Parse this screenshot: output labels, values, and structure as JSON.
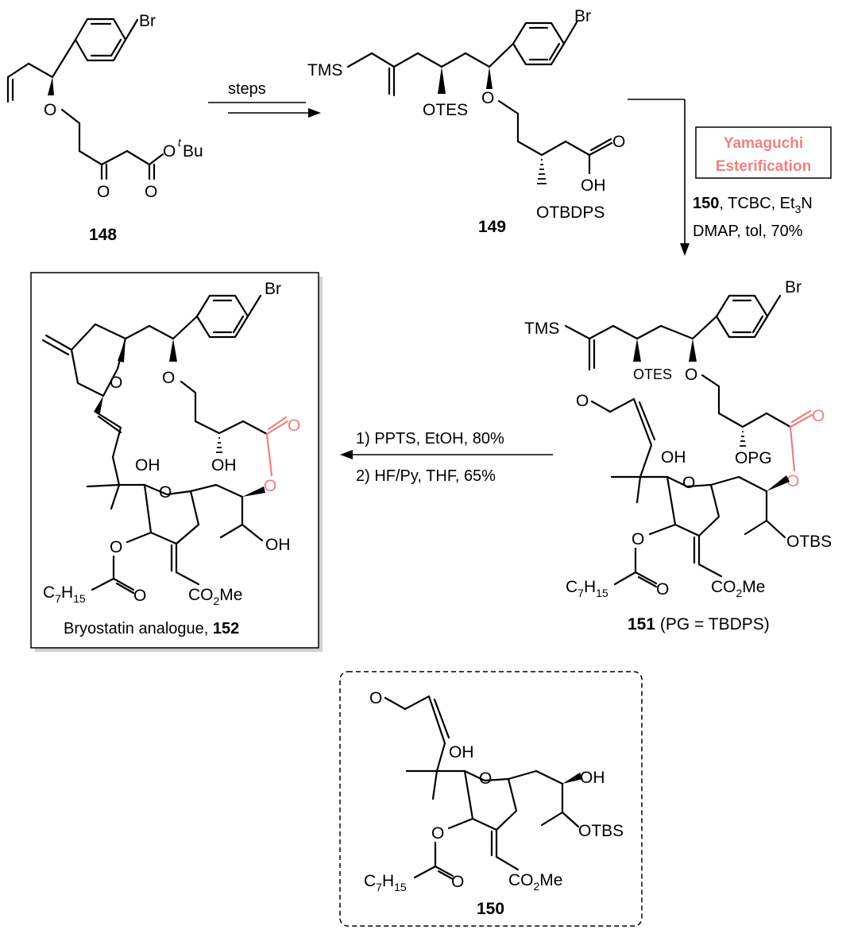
{
  "compounds": {
    "c148": {
      "label": "148"
    },
    "c149": {
      "label": "149"
    },
    "c150": {
      "label": "150"
    },
    "c151": {
      "label": "151",
      "suffix": " (PG = TBDPS)"
    },
    "c152": {
      "prefix": "Bryostatin analogue, ",
      "label": "152"
    }
  },
  "atoms": {
    "Br": "Br",
    "O": "O",
    "OH": "OH",
    "tBu_O": "O",
    "tBu_t": "t",
    "tBu_Bu": "Bu",
    "TMS": "TMS",
    "OTES": "OTES",
    "OTBDPS": "OTBDPS",
    "OTBS": "OTBS",
    "OPG": "OPG",
    "C7H15_C": "C",
    "C7H15_7": "7",
    "C7H15_H": "H",
    "C7H15_15": "15",
    "CO2Me_CO": "CO",
    "CO2Me_2": "2",
    "CO2Me_Me": "Me"
  },
  "steps": {
    "step1": {
      "label": "steps"
    },
    "step2": {
      "highlight_line1": "Yamaguchi",
      "highlight_line2": "Esterification",
      "reagent_num": "150",
      "reagents_a": ", TCBC, Et",
      "reagents_a_sub": "3",
      "reagents_a_end": "N",
      "reagents_b": "DMAP,  tol, 70%"
    },
    "step3": {
      "line1": "1) PPTS, EtOH, 80%",
      "line2": "2) HF/Py, THF, 65%"
    }
  },
  "colors": {
    "highlight": "#f08080",
    "ink": "#000000"
  }
}
